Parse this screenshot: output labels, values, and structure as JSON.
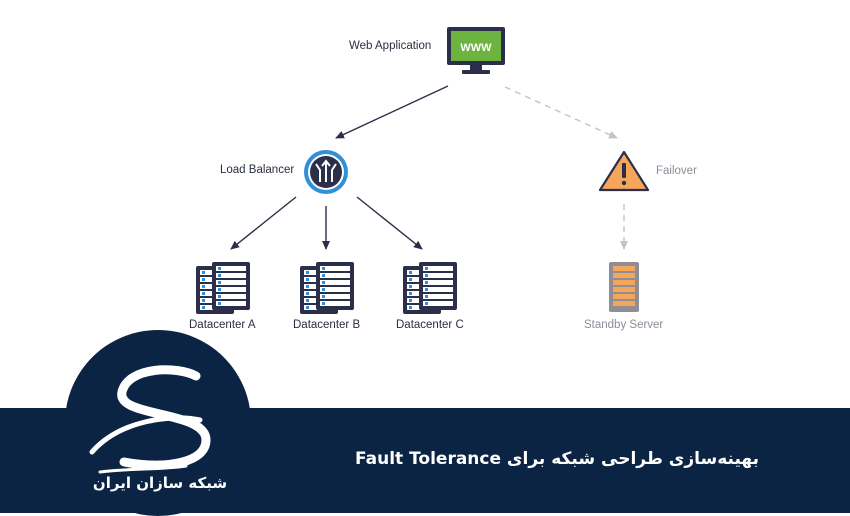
{
  "diagram": {
    "nodes": {
      "web_app": "Web Application",
      "web_app_screen": "WWW",
      "load_balancer": "Load Balancer",
      "failover": "Failover",
      "datacenter_a": "Datacenter A",
      "datacenter_b": "Datacenter B",
      "datacenter_c": "Datacenter C",
      "standby": "Standby Server"
    }
  },
  "banner": {
    "caption": "بهینه‌سازی طراحی شبکه برای Fault Tolerance",
    "logo_text": "شبکه سازان ایران"
  },
  "colors": {
    "navy": "#0c2444",
    "accent_blue": "#2f8fd8",
    "monitor_green": "#6cb33f",
    "warning_orange": "#f5a65b",
    "server_dark": "#2b2f4a",
    "dashed_gray": "#bdbdbd"
  }
}
